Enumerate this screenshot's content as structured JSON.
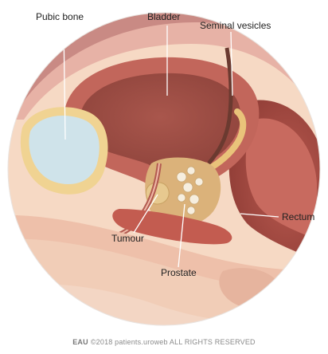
{
  "labels": {
    "pubic_bone": "Pubic bone",
    "bladder": "Bladder",
    "seminal_vesicles": "Seminal vesicles",
    "rectum": "Rectum",
    "tumour": "Tumour",
    "prostate": "Prostate"
  },
  "footer": {
    "brand": "EAU",
    "text": "©2018 patients.uroweb ALL RIGHTS RESERVED"
  },
  "colors": {
    "skin": "#f4cfb5",
    "muscle": "#c0726c",
    "bladder_wall": "#b85c52",
    "bladder_inner": "#9c4e45",
    "rectum": "#b2544c",
    "bone": "#cfe3ea",
    "fat": "#f2d79a",
    "prostate": "#d9b277",
    "leader_line": "#ffffff"
  }
}
